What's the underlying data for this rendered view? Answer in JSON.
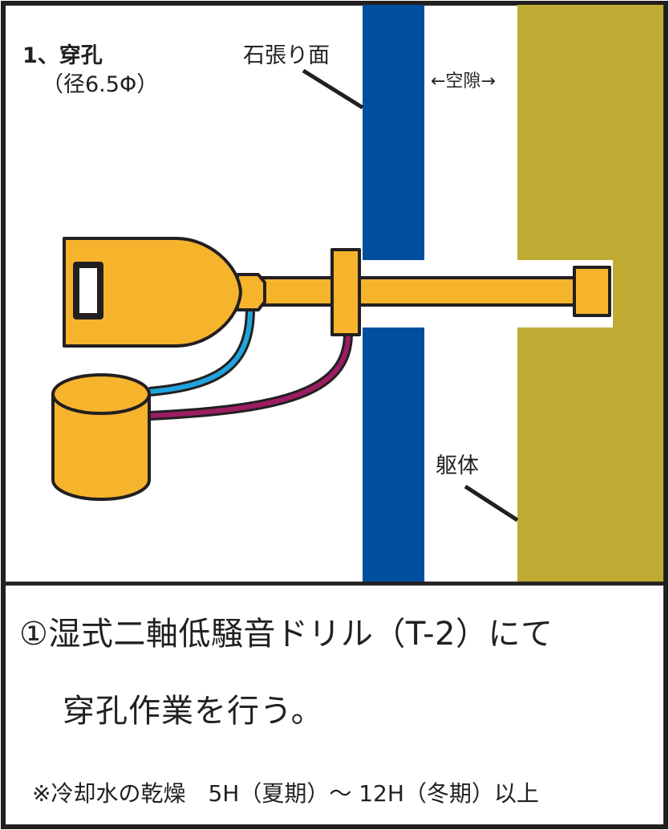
{
  "step": {
    "title": "1、穿孔",
    "subtitle": "（径6.5Φ）"
  },
  "labels": {
    "stone_surface": "石張り面",
    "gap": "←空隙→",
    "structure": "躯体"
  },
  "caption": {
    "line1": "①湿式二軸低騒音ドリル（T-2）にて",
    "line2": "穿孔作業を行う。",
    "note": "※冷却水の乾燥　5H（夏期）～ 12H（冬期）以上"
  },
  "colors": {
    "stone": "#004f9f",
    "structure": "#bfab33",
    "drill": "#f6b42d",
    "hose_blue": "#20a4de",
    "hose_red": "#9b1d63",
    "outline": "#231f20"
  },
  "icons": {
    "drill": "drill-icon",
    "water_tank": "water-tank-icon"
  }
}
